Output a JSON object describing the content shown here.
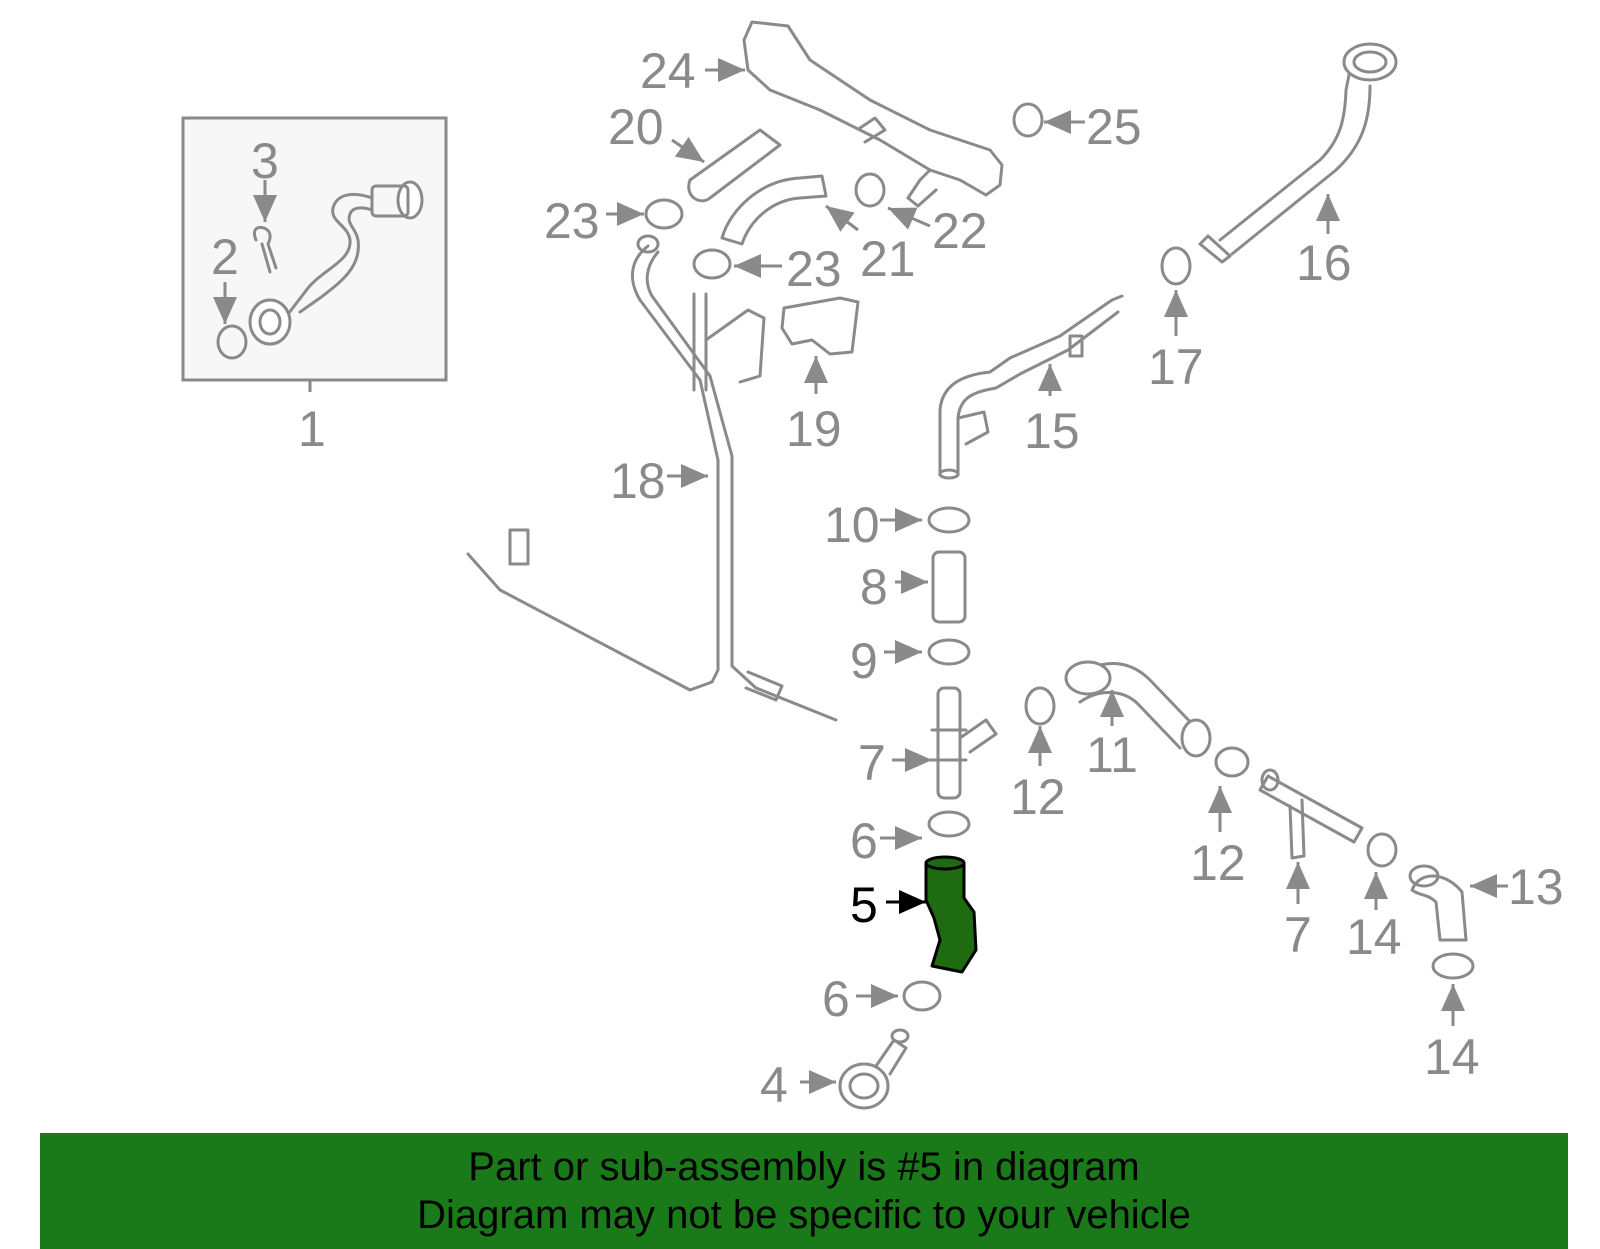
{
  "labels": {
    "l1": "1",
    "l2": "2",
    "l3": "3",
    "l4": "4",
    "l5": "5",
    "l6a": "6",
    "l6b": "6",
    "l7a": "7",
    "l7b": "7",
    "l8": "8",
    "l9": "9",
    "l10": "10",
    "l11": "11",
    "l12a": "12",
    "l12b": "12",
    "l13": "13",
    "l14a": "14",
    "l14b": "14",
    "l15": "15",
    "l16": "16",
    "l17": "17",
    "l18": "18",
    "l19": "19",
    "l20": "20",
    "l21": "21",
    "l22": "22",
    "l23a": "23",
    "l23b": "23",
    "l24": "24",
    "l25": "25"
  },
  "highlight": {
    "part": "5",
    "color": "#1e6b12"
  },
  "banner": {
    "line1": "Part or sub-assembly is #5 in diagram",
    "line2": "Diagram may not be specific to your vehicle",
    "color": "#1a7a1a"
  }
}
